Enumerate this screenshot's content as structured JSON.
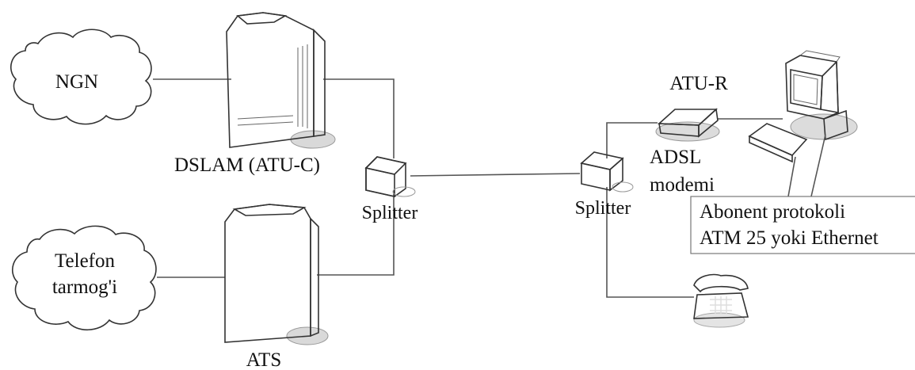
{
  "nodes": {
    "ngn": "NGN",
    "dslam": "DSLAM (ATU-C)",
    "telefon_line1": "Telefon",
    "telefon_line2": "tarmog'i",
    "ats": "ATS",
    "splitter_left": "Splitter",
    "splitter_right": "Splitter",
    "atu_r": "ATU-R",
    "adsl_line1": "ADSL",
    "adsl_line2": "modemi"
  },
  "callout": {
    "line1": "Abonent protokoli",
    "line2": "ATM 25 yoki Ethernet"
  }
}
